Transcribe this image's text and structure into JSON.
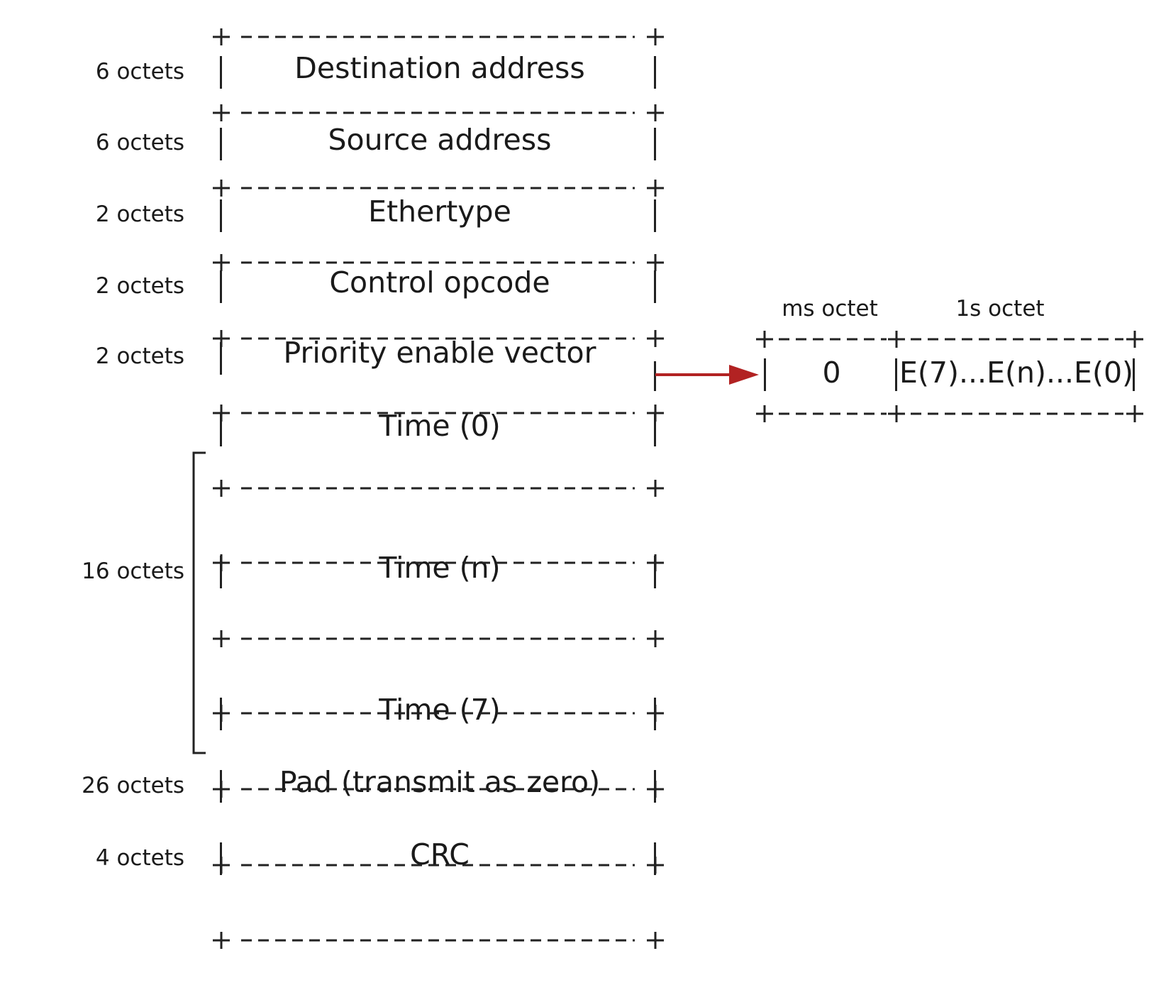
{
  "frame": {
    "fields": [
      {
        "name": "Destination address",
        "size": "6 octets"
      },
      {
        "name": "Source address",
        "size": "6 octets"
      },
      {
        "name": "Ethertype",
        "size": "2 octets"
      },
      {
        "name": "Control opcode",
        "size": "2 octets"
      },
      {
        "name": "Priority enable vector",
        "size": "2 octets"
      },
      {
        "name": "Time (0)",
        "size": ""
      },
      {
        "name": "",
        "size": ""
      },
      {
        "name": "Time (n)",
        "size": ""
      },
      {
        "name": "",
        "size": ""
      },
      {
        "name": "Time (7)",
        "size": ""
      },
      {
        "name": "Pad (transmit as zero)",
        "size": "26 octets"
      },
      {
        "name": "CRC",
        "size": "4 octets"
      }
    ],
    "time_group_size": "16 octets"
  },
  "priority_vector": {
    "ms_octet_label": "ms octet",
    "ls_octet_label": "1s octet",
    "ms_octet_value": "0",
    "ls_octet_value": "E(7)...E(n)...E(0)"
  },
  "colors": {
    "arrow": "#b22222",
    "ink": "#1a1a1a"
  }
}
